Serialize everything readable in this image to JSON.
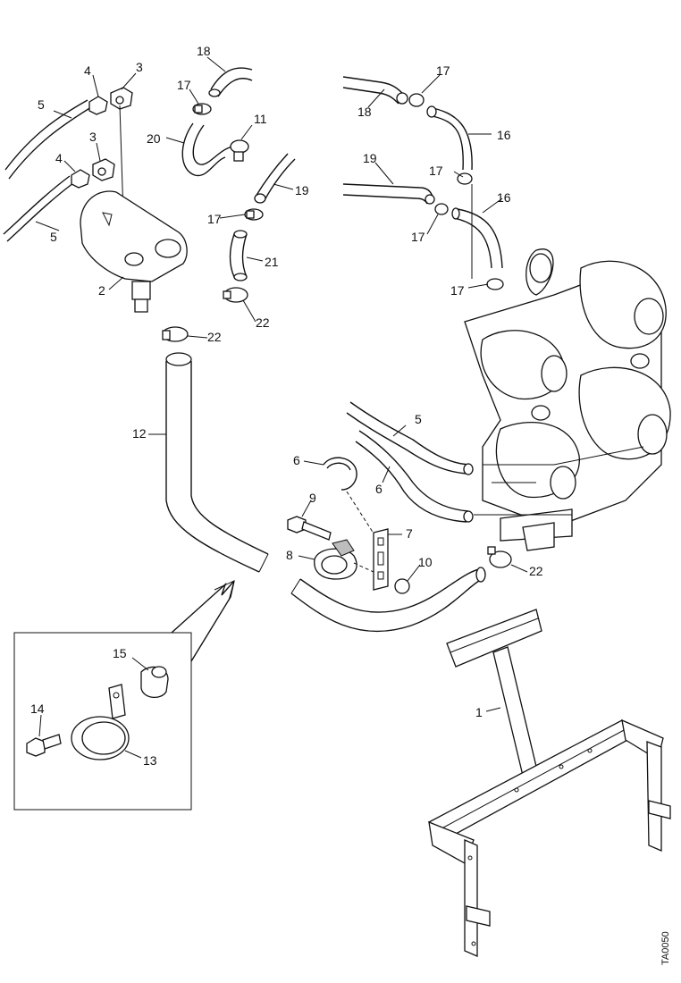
{
  "diagram": {
    "drawing_code": "TA0050",
    "callouts": [
      {
        "id": "c1",
        "text": "1"
      },
      {
        "id": "c2",
        "text": "2"
      },
      {
        "id": "c3a",
        "text": "3"
      },
      {
        "id": "c3b",
        "text": "3"
      },
      {
        "id": "c4a",
        "text": "4"
      },
      {
        "id": "c4b",
        "text": "4"
      },
      {
        "id": "c5a",
        "text": "5"
      },
      {
        "id": "c5b",
        "text": "5"
      },
      {
        "id": "c5c",
        "text": "5"
      },
      {
        "id": "c6a",
        "text": "6"
      },
      {
        "id": "c6b",
        "text": "6"
      },
      {
        "id": "c7",
        "text": "7"
      },
      {
        "id": "c8",
        "text": "8"
      },
      {
        "id": "c9",
        "text": "9"
      },
      {
        "id": "c10",
        "text": "10"
      },
      {
        "id": "c11",
        "text": "11"
      },
      {
        "id": "c12",
        "text": "12"
      },
      {
        "id": "c13",
        "text": "13"
      },
      {
        "id": "c14",
        "text": "14"
      },
      {
        "id": "c15",
        "text": "15"
      },
      {
        "id": "c16a",
        "text": "16"
      },
      {
        "id": "c16b",
        "text": "16"
      },
      {
        "id": "c17a",
        "text": "17"
      },
      {
        "id": "c17b",
        "text": "17"
      },
      {
        "id": "c17c",
        "text": "17"
      },
      {
        "id": "c17d",
        "text": "17"
      },
      {
        "id": "c17e",
        "text": "17"
      },
      {
        "id": "c17f",
        "text": "17"
      },
      {
        "id": "c18a",
        "text": "18"
      },
      {
        "id": "c18b",
        "text": "18"
      },
      {
        "id": "c19a",
        "text": "19"
      },
      {
        "id": "c19b",
        "text": "19"
      },
      {
        "id": "c20",
        "text": "20"
      },
      {
        "id": "c21",
        "text": "21"
      },
      {
        "id": "c22a",
        "text": "22"
      },
      {
        "id": "c22b",
        "text": "22"
      },
      {
        "id": "c22c",
        "text": "22"
      }
    ]
  }
}
